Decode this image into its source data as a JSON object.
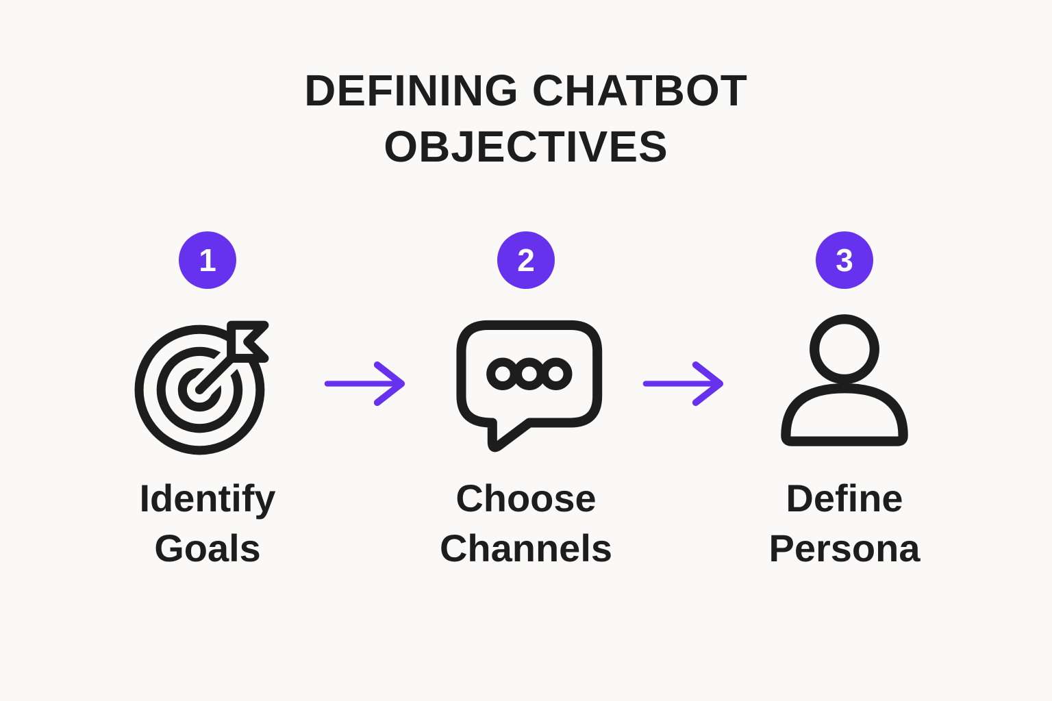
{
  "header": {
    "lines": [
      "DEFINING CHATBOT",
      "OBJECTIVES"
    ]
  },
  "steps": [
    {
      "number": "1",
      "label_lines": [
        "Identify",
        "Goals"
      ],
      "icon": "target-icon"
    },
    {
      "number": "2",
      "label_lines": [
        "Choose",
        "Channels"
      ],
      "icon": "speech-bubble-icon"
    },
    {
      "number": "3",
      "label_lines": [
        "Define",
        "Persona"
      ],
      "icon": "person-icon"
    }
  ],
  "colors": {
    "accent": "#6732EE",
    "ink": "#1d1d1d",
    "bg": "#FAF9F7",
    "badge_text": "#FFFFFF"
  }
}
